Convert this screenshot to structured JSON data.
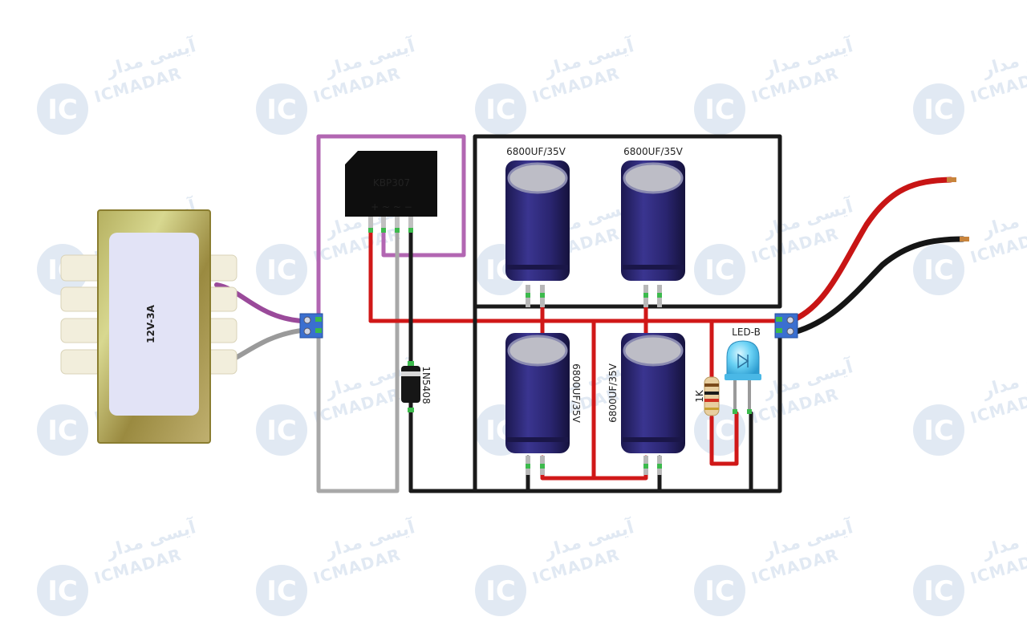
{
  "watermark": {
    "logo_text": "IC",
    "brand_text": "ICMADAR",
    "brand_text_fa": "آیسی مدار"
  },
  "transformer": {
    "label": "12V-3A"
  },
  "bridge": {
    "label": "KBP307",
    "pins": "+ ~ ~ −"
  },
  "diode": {
    "label": "1N5408"
  },
  "capacitors": [
    {
      "label": "6800UF/35V"
    },
    {
      "label": "6800UF/35V"
    },
    {
      "label": "6800UF/35V"
    },
    {
      "label": "6800UF/35V"
    }
  ],
  "resistor": {
    "label": "1K"
  },
  "led": {
    "label": "LED-B"
  },
  "colors": {
    "wire_red": "#d01818",
    "wire_black": "#1a1a1a",
    "wire_gray": "#a8a8a8",
    "wire_purple": "#b266b2",
    "capacitor_body": "#2a2570",
    "terminal_blue": "#3a6fd0",
    "led_blue": "#58c8f0"
  }
}
